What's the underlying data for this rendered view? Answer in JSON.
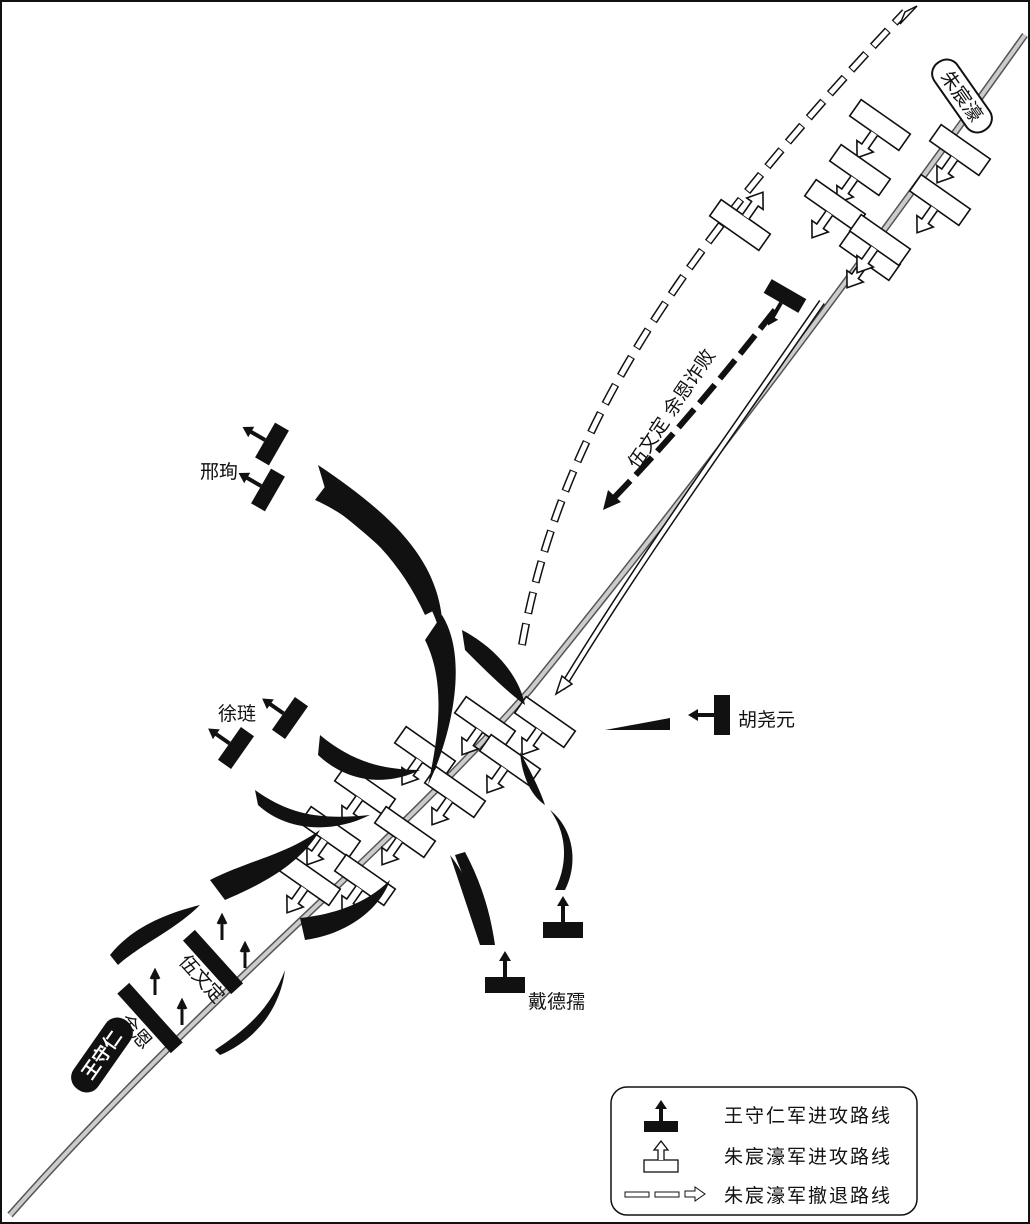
{
  "title": "王守仁与朱宸濠黄家渡之战示意图",
  "colors": {
    "wang_army": "#111111",
    "zhu_army": "#ffffff",
    "road": "#aaaaaa"
  },
  "commanders": {
    "zhu_chenhao": "朱宸濠",
    "wang_shouren": "王守仁",
    "feint_retreat": "伍文定 余恩诈败",
    "xing_xun": "邢珣",
    "xu_lian": "徐琏",
    "hu_yaoyuan": "胡尧元",
    "dai_deru": "戴德孺",
    "wu_wending": "伍文定",
    "yu_en": "余恩"
  },
  "legend": {
    "items": [
      {
        "icon": "black-unit-arrow-icon",
        "label": "王守仁军进攻路线"
      },
      {
        "icon": "white-unit-arrow-icon",
        "label": "朱宸濠军进攻路线"
      },
      {
        "icon": "dashed-retreat-arrow-icon",
        "label": "朱宸濠军撤退路线"
      }
    ]
  }
}
